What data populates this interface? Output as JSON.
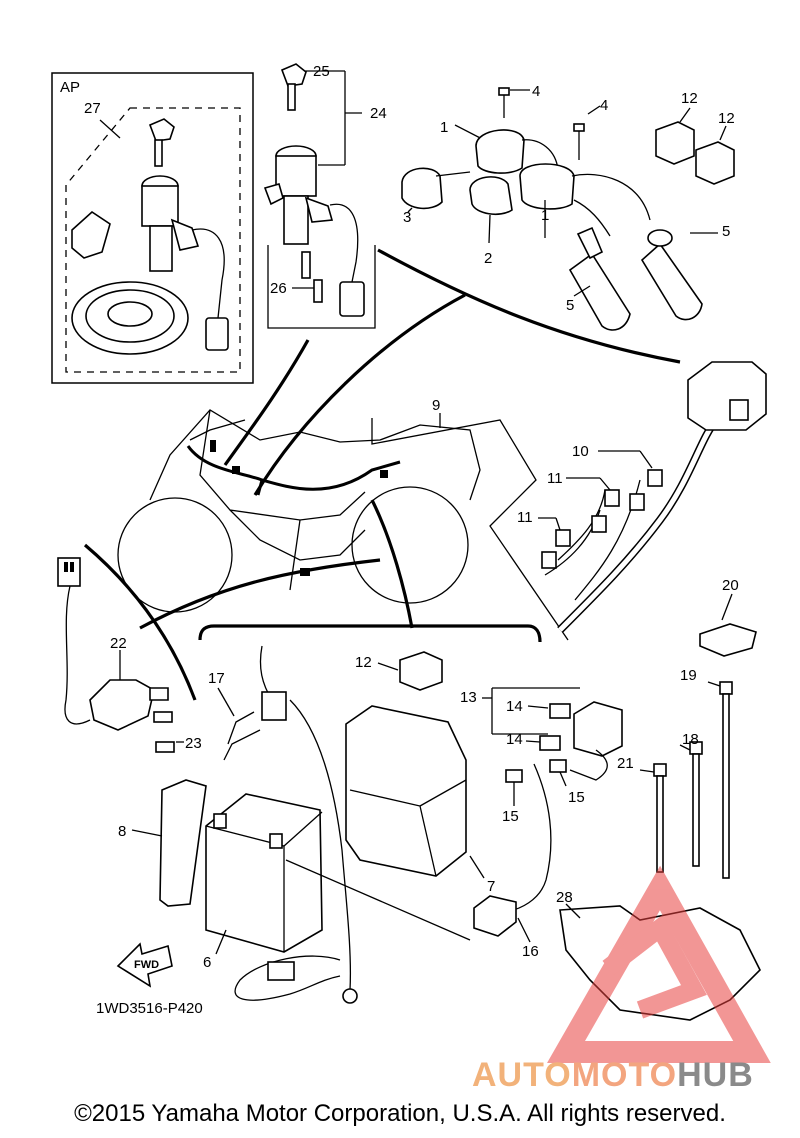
{
  "box_label": "AP",
  "callouts": {
    "c1a": "1",
    "c1b": "1",
    "c2": "2",
    "c3": "3",
    "c4a": "4",
    "c4b": "4",
    "c5a": "5",
    "c5b": "5",
    "c6": "6",
    "c7": "7",
    "c8": "8",
    "c9": "9",
    "c10": "10",
    "c11a": "11",
    "c11b": "11",
    "c12a": "12",
    "c12b": "12",
    "c12c": "12",
    "c13": "13",
    "c14a": "14",
    "c14b": "14",
    "c15a": "15",
    "c15b": "15",
    "c16": "16",
    "c17": "17",
    "c18": "18",
    "c19": "19",
    "c20": "20",
    "c21": "21",
    "c22": "22",
    "c23": "23",
    "c24": "24",
    "c25": "25",
    "c26": "26",
    "c27": "27",
    "c28": "28"
  },
  "fwd_label": "FWD",
  "diagram_code": "1WD3516-P420",
  "watermark": {
    "part1": "AUTO",
    "part2": "MOTO",
    "part3": "HUB"
  },
  "copyright": "©2015 Yamaha Motor Corporation, U.S.A. All rights reserved."
}
